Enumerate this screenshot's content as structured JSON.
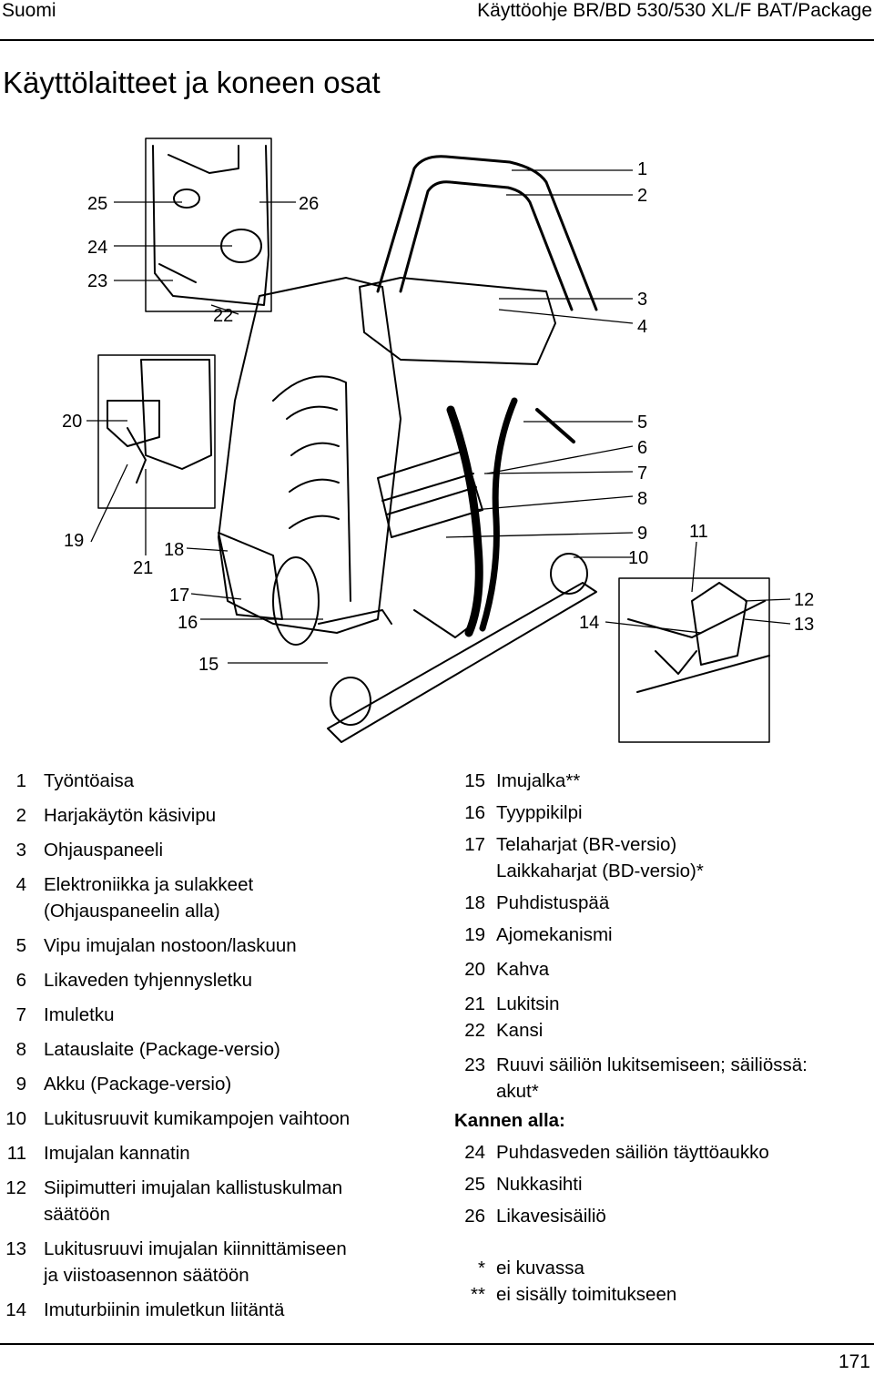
{
  "header": {
    "language": "Suomi",
    "manual_title": "Käyttöohje BR/BD 530/530 XL/F BAT/Package"
  },
  "page_title": "Käyttölaitteet ja koneen osat",
  "callouts": [
    "1",
    "2",
    "3",
    "4",
    "5",
    "6",
    "7",
    "8",
    "9",
    "10",
    "11",
    "12",
    "13",
    "14",
    "15",
    "16",
    "17",
    "18",
    "19",
    "20",
    "21",
    "22",
    "23",
    "24",
    "25",
    "26"
  ],
  "legend_left": [
    {
      "num": "1",
      "lines": [
        "Työntöaisa"
      ]
    },
    {
      "num": "2",
      "lines": [
        "Harjakäytön käsivipu"
      ]
    },
    {
      "num": "3",
      "lines": [
        "Ohjauspaneeli"
      ]
    },
    {
      "num": "4",
      "lines": [
        "Elektroniikka ja sulakkeet",
        "(Ohjauspaneelin alla)"
      ]
    },
    {
      "num": "5",
      "lines": [
        "Vipu imujalan nostoon/laskuun"
      ]
    },
    {
      "num": "6",
      "lines": [
        "Likaveden tyhjennysletku"
      ]
    },
    {
      "num": "7",
      "lines": [
        "Imuletku"
      ]
    },
    {
      "num": "8",
      "lines": [
        "Latauslaite (Package-versio)"
      ]
    },
    {
      "num": "9",
      "lines": [
        "Akku (Package-versio)"
      ]
    },
    {
      "num": "10",
      "lines": [
        "Lukitusruuvit kumikampojen vaihtoon"
      ]
    },
    {
      "num": "11",
      "lines": [
        "Imujalan kannatin"
      ]
    },
    {
      "num": "12",
      "lines": [
        "Siipimutteri imujalan kallistuskulman",
        "säätöön"
      ]
    },
    {
      "num": "13",
      "lines": [
        "Lukitusruuvi imujalan kiinnittämiseen",
        "ja viistoasennon säätöön"
      ]
    },
    {
      "num": "14",
      "lines": [
        "Imuturbiinin imuletkun liitäntä"
      ]
    }
  ],
  "legend_right": [
    {
      "num": "15",
      "lines": [
        "Imujalka**"
      ]
    },
    {
      "num": "16",
      "lines": [
        "Tyyppikilpi"
      ]
    },
    {
      "num": "17",
      "lines": [
        "Telaharjat (BR-versio)",
        "Laikkaharjat (BD-versio)*"
      ]
    },
    {
      "num": "18",
      "lines": [
        "Puhdistuspää"
      ]
    },
    {
      "num": "19",
      "lines": [
        "Ajomekanismi"
      ]
    },
    {
      "num": "20",
      "lines": [
        "Kahva"
      ]
    },
    {
      "num": "21",
      "lines": [
        "Lukitsin"
      ]
    },
    {
      "num": "22",
      "lines": [
        "Kansi"
      ]
    },
    {
      "num": "23",
      "lines": [
        "Ruuvi säiliön lukitsemiseen; säiliössä:",
        "akut*"
      ]
    }
  ],
  "under_lid_heading": "Kannen alla:",
  "legend_under_lid": [
    {
      "num": "24",
      "lines": [
        "Puhdasveden säiliön täyttöaukko"
      ]
    },
    {
      "num": "25",
      "lines": [
        "Nukkasihti"
      ]
    },
    {
      "num": "26",
      "lines": [
        "Likavesisäiliö"
      ]
    }
  ],
  "footnotes": [
    {
      "mark": "*",
      "text": "ei kuvassa"
    },
    {
      "mark": "**",
      "text": "ei sisälly toimitukseen"
    }
  ],
  "page_number": "171"
}
